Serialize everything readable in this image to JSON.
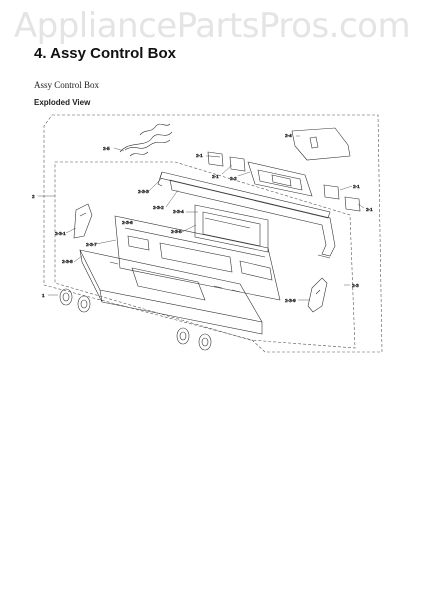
{
  "watermark": "AppliancePartsPros.com",
  "page_title": "4.  Assy Control Box",
  "subtitle": "Assy Control Box",
  "section_heading": "Exploded View",
  "callouts": {
    "c1": "1",
    "c2": "2",
    "c2_1": "2-1",
    "c2_1b": "2-1",
    "c2_1c": "2-1",
    "c2_1d": "2-1",
    "c2_2": "2-2",
    "c2_3": "2-3",
    "c2_3_1": "2-3-1",
    "c2_3_2": "2-3-2",
    "c2_3_3": "2-3-3",
    "c2_3_4": "2-3-4",
    "c2_3_5": "2-3-5",
    "c2_3_6": "2-3-6",
    "c2_3_7": "2-3-7",
    "c2_3_8": "2-3-8",
    "c2_3_9": "2-3-9",
    "c2_4": "2-4",
    "c2_5": "2-5"
  }
}
